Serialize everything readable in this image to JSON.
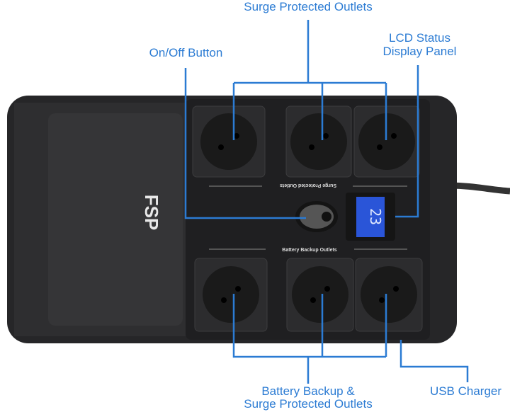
{
  "labels": {
    "surge_protected_outlets": "Surge Protected Outlets",
    "on_off_button": "On/Off Button",
    "lcd_line1": "LCD Status",
    "lcd_line2": "Display Panel",
    "battery_line1": "Battery Backup &",
    "battery_line2": "Surge Protected Outlets",
    "usb_charger": "USB Charger"
  },
  "device": {
    "brand": "FSP",
    "top_panel_label": "Surge Protected Outlets",
    "bottom_panel_label": "Battery Backup Outlets",
    "lcd_reading": "23"
  },
  "colors": {
    "accent": "#2b7bd3",
    "body": "#2a2a2c",
    "lcd": "#2a55d8"
  }
}
